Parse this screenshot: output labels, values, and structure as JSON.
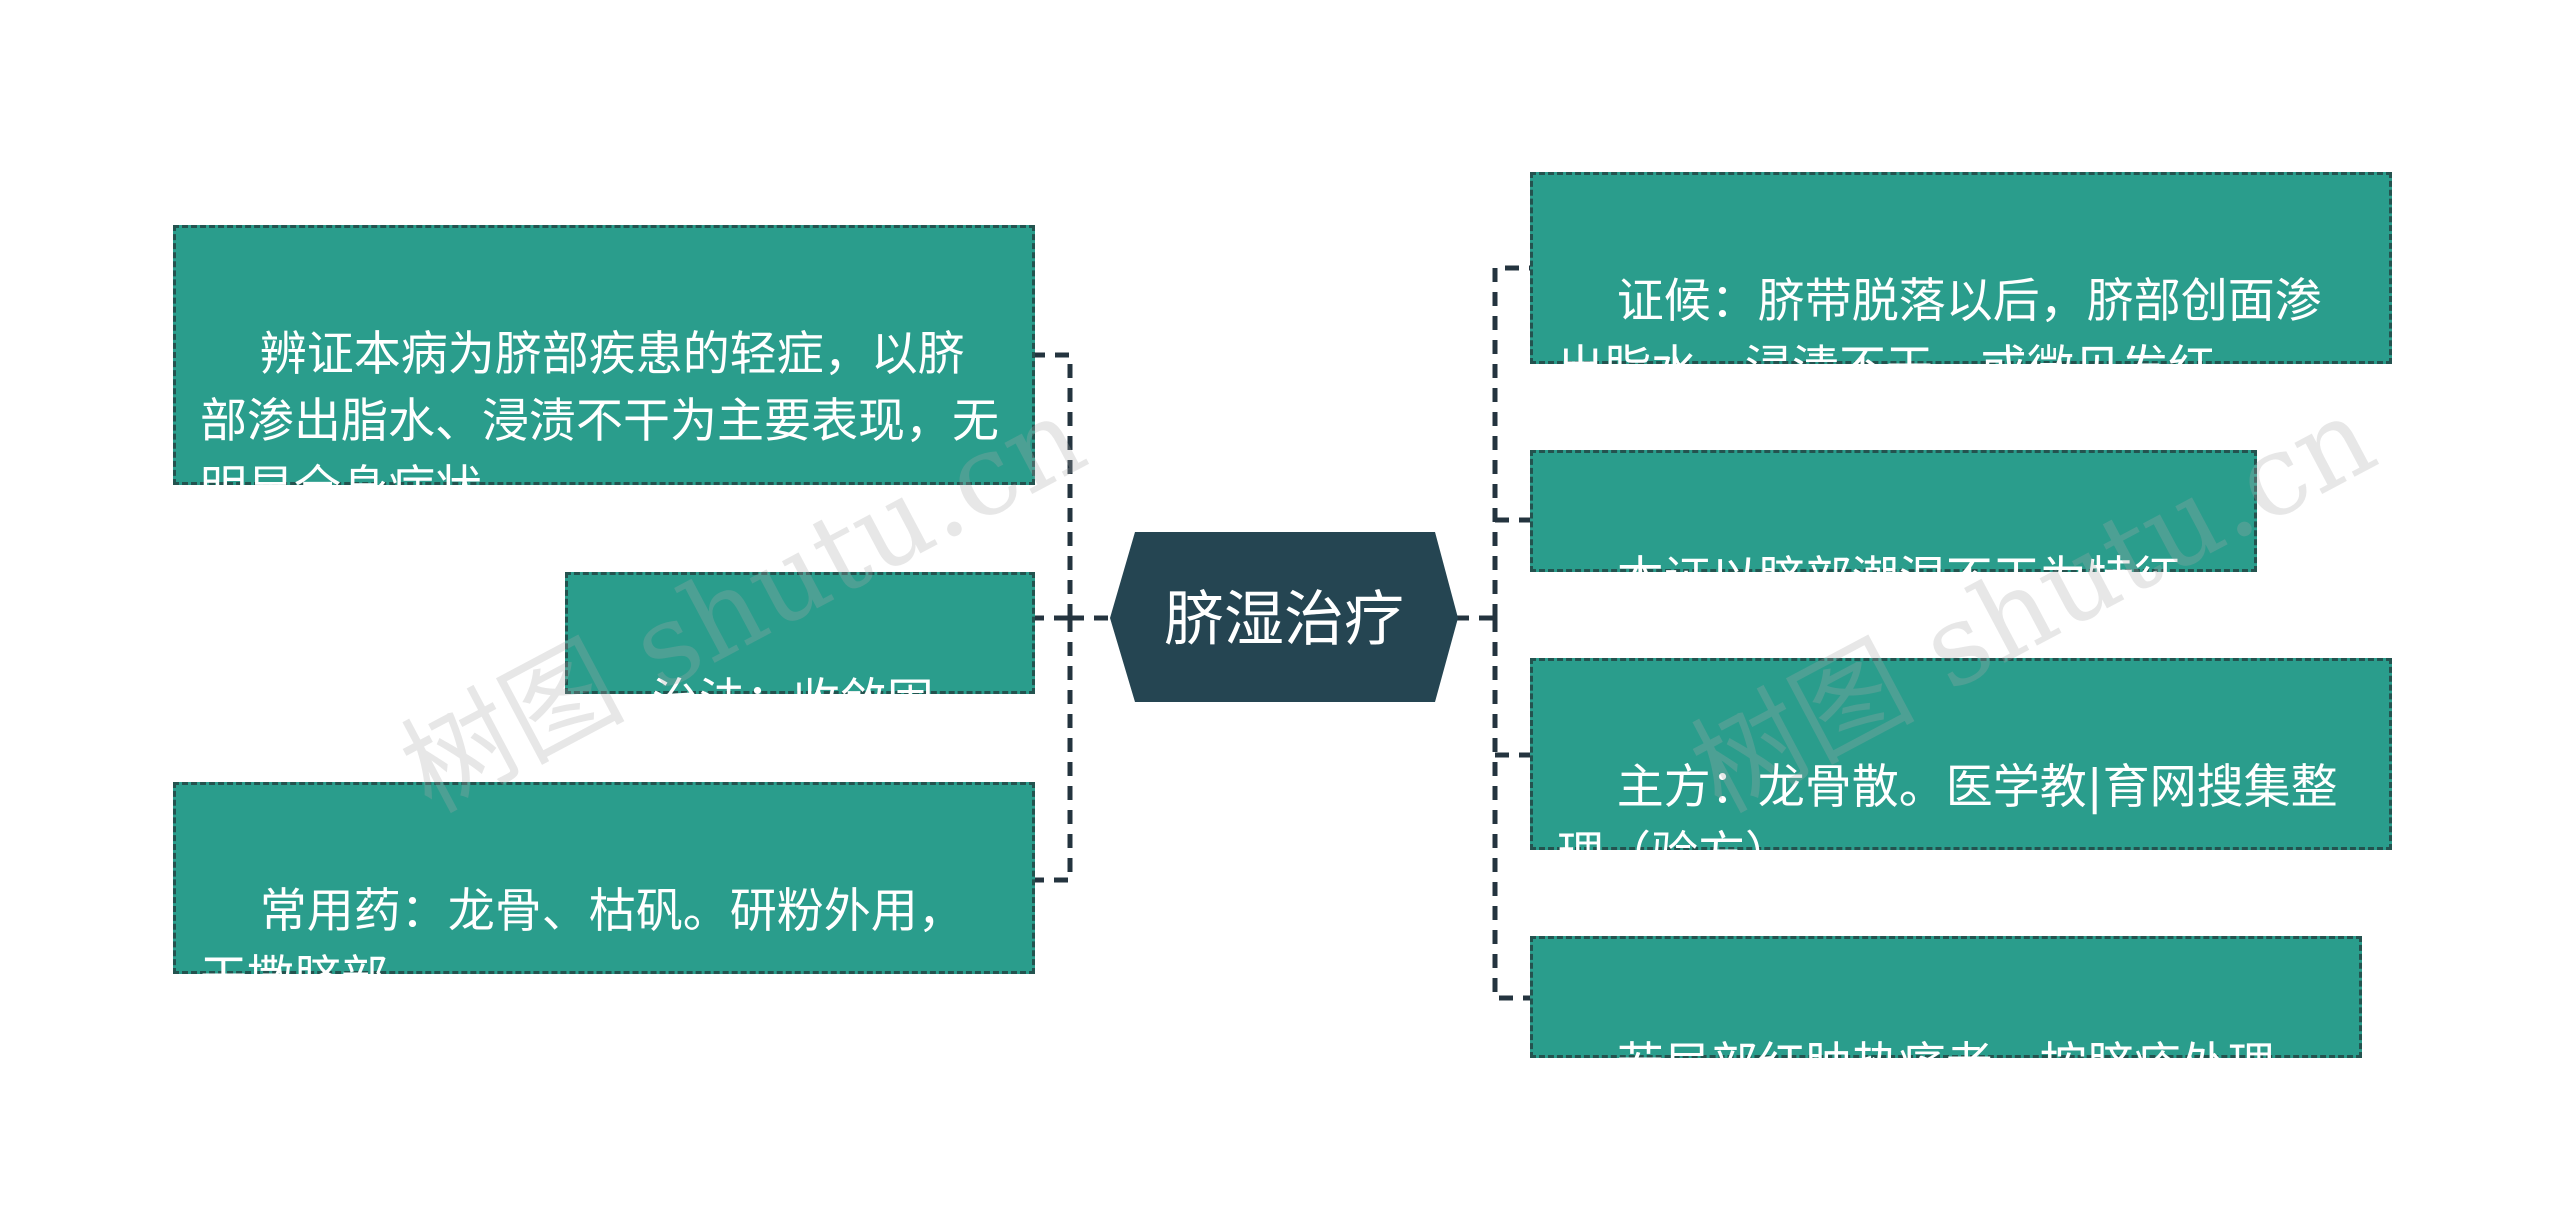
{
  "root": {
    "label": "脐湿治疗"
  },
  "left_nodes": [
    {
      "text": "辨证本病为脐部疾患的轻症，以脐部渗出脂水、浸渍不干为主要表现，无明显全身症状。"
    },
    {
      "text": "治法：收敛固涩。"
    },
    {
      "text": "常用药：龙骨、枯矾。研粉外用，干撒脐部。"
    }
  ],
  "right_nodes": [
    {
      "text": "证候：脐带脱落以后，脐部创面渗出脂水，浸渍不干，或微见发红。"
    },
    {
      "text": "本证以脐部潮湿不干为特征。"
    },
    {
      "text": "主方：龙骨散。医学教|育网搜集整理（验方）"
    },
    {
      "text": "若局部红肿热痛者，按脐疮处理。"
    }
  ],
  "watermarks": [
    "树图 shutu.cn",
    "树图 shutu.cn"
  ],
  "colors": {
    "node_fill": "#2a9d8c",
    "root_fill": "#254552",
    "connector": "#24343f"
  }
}
